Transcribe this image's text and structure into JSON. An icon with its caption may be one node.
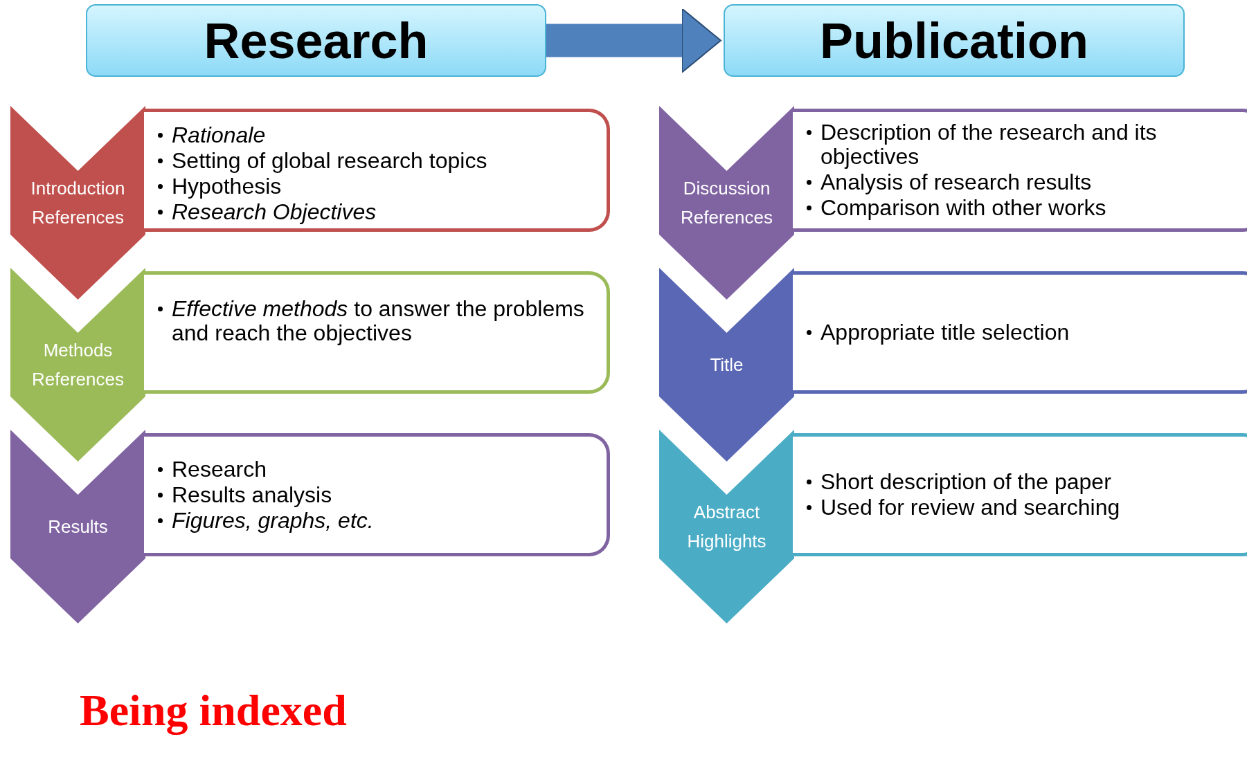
{
  "diagram": {
    "nodes": [
      {
        "text": [
          "Research"
        ]
      },
      {
        "text": [
          "Publication"
        ]
      },
      {
        "text": [
          "Introduction",
          "References"
        ]
      },
      {
        "text": [
          "*Rationale*",
          "Setting of global research topics",
          "Hypothesis",
          "*Research Objectives*"
        ]
      },
      {
        "text": [
          "Methods",
          "References"
        ]
      },
      {
        "text": [
          "*Effective methods* to answer the problems and reach the objectives"
        ]
      },
      {
        "text": [
          "Results"
        ]
      },
      {
        "text": [
          "Research",
          "Results analysis",
          "*Figures, graphs, etc.*"
        ]
      },
      {
        "text": [
          "Discussion",
          "References"
        ]
      },
      {
        "text": [
          "Description of the research and its objectives",
          "Analysis of research results",
          "Comparison with other works"
        ]
      },
      {
        "text": [
          "Title"
        ]
      },
      {
        "text": [
          "Appropriate title selection"
        ]
      },
      {
        "text": [
          "Abstract",
          "Highlights"
        ]
      },
      {
        "text": [
          "Short description of the paper",
          "Used for review and searching"
        ]
      }
    ],
    "edges": [
      {
        "from": 0,
        "to": 1,
        "arrow": "to"
      }
    ],
    "labels": [
      "Being indexed"
    ]
  }
}
